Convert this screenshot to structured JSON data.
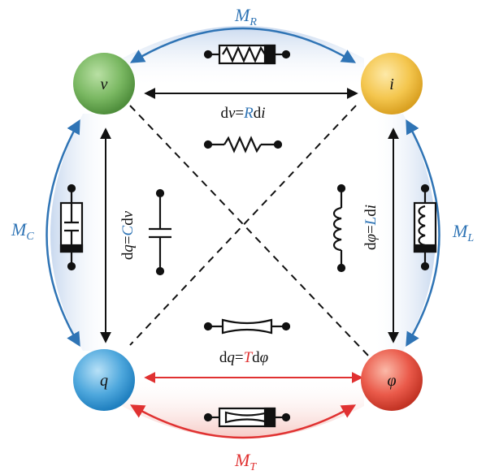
{
  "colors": {
    "blue_accent": "#2f74b5",
    "red_accent": "#e03131",
    "v_node": "#6fae5a",
    "i_node": "#f3c24a",
    "q_node": "#4fa8dd",
    "phi_node": "#ea5a4a"
  },
  "nodes": {
    "v": "v",
    "i": "i",
    "q": "q",
    "phi": "φ"
  },
  "memristors": {
    "top": {
      "base": "M",
      "sub": "R"
    },
    "left": {
      "base": "M",
      "sub": "C"
    },
    "right": {
      "base": "M",
      "sub": "L"
    },
    "bottom": {
      "base": "M",
      "sub": "T"
    }
  },
  "relations": {
    "resistor": {
      "lhs": "d",
      "var1": "v",
      "eq": "=",
      "coef": "R",
      "d2": "d",
      "var2": "i"
    },
    "capacitor": {
      "lhs": "d",
      "var1": "q",
      "eq": "=",
      "coef": "C",
      "d2": "d",
      "var2": "v"
    },
    "inductor": {
      "lhs": "d",
      "var1": "φ",
      "eq": "=",
      "coef": "L",
      "d2": "d",
      "var2": "i"
    },
    "memristor": {
      "lhs": "d",
      "var1": "q",
      "eq": "=",
      "coef": "T",
      "d2": "d",
      "var2": "φ"
    }
  },
  "icons": [
    "resistor-icon",
    "capacitor-icon",
    "inductor-icon",
    "memristor-icon"
  ]
}
